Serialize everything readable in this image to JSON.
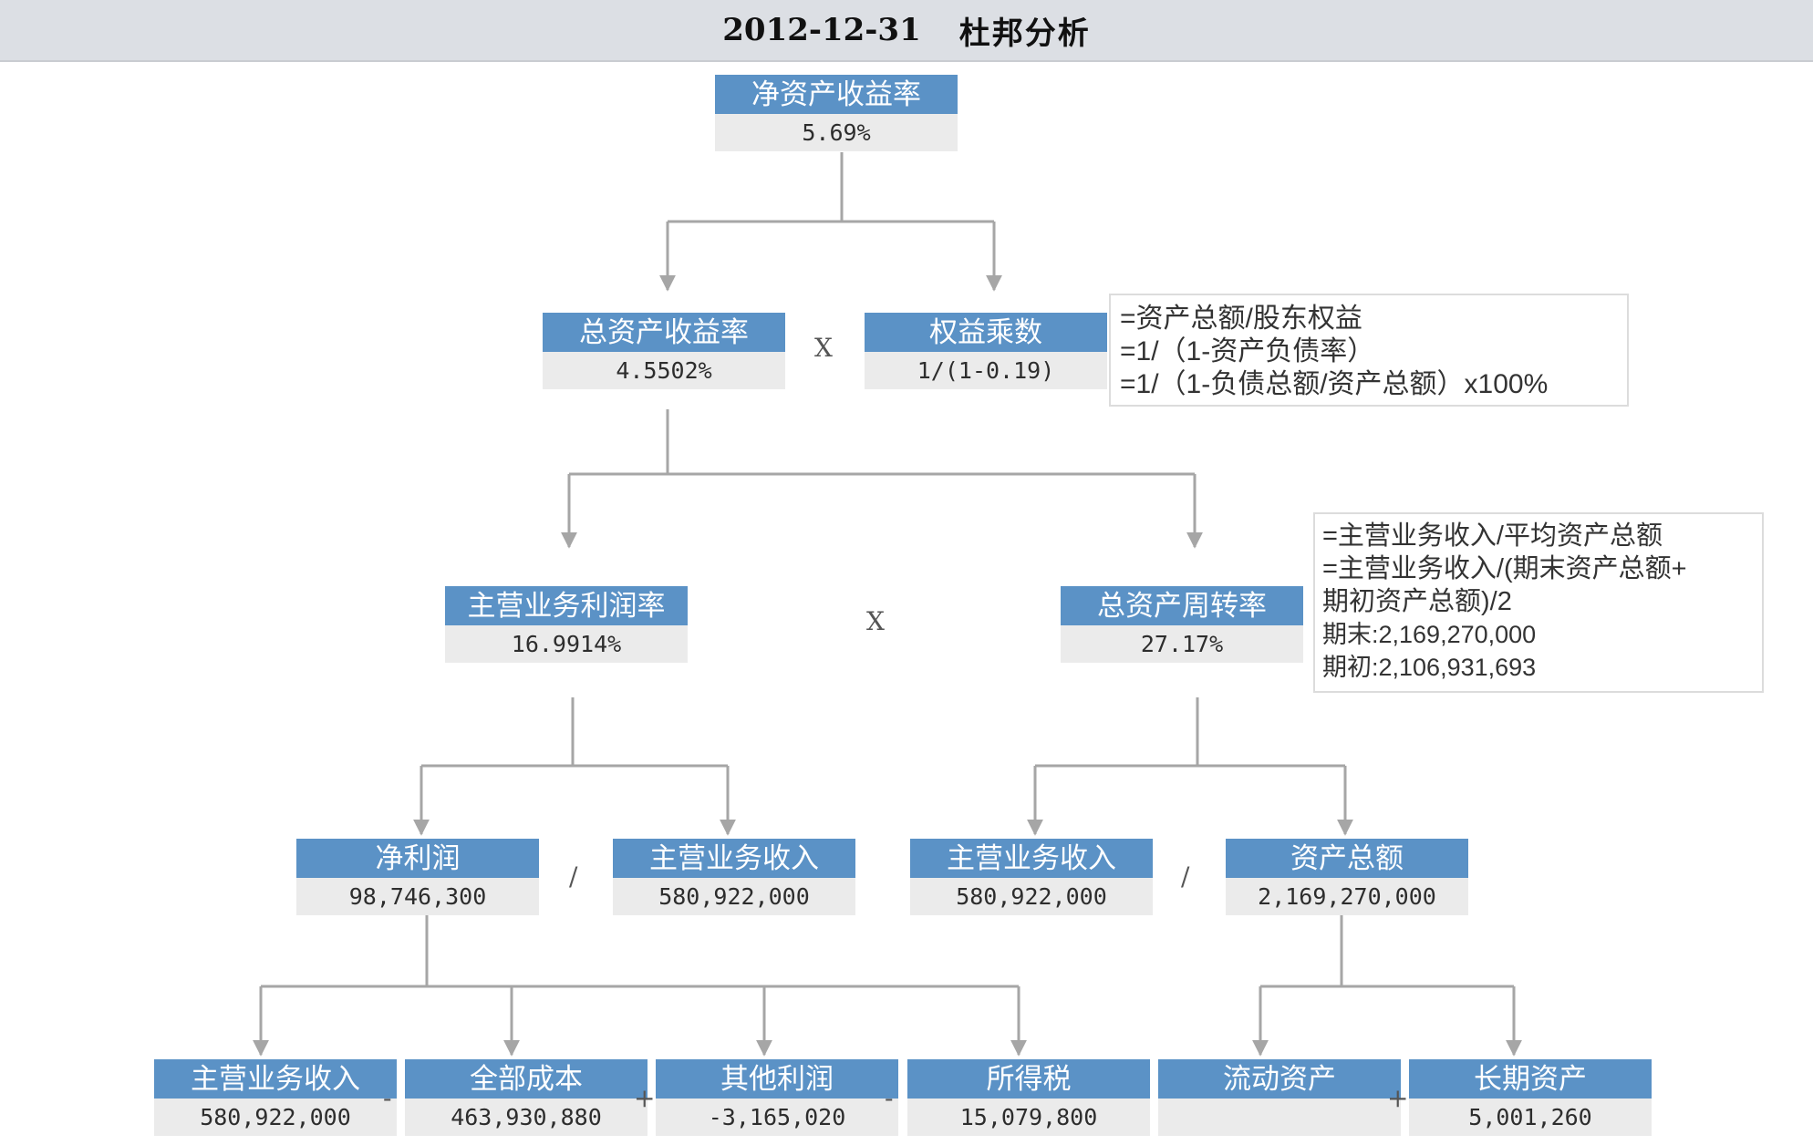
{
  "header": {
    "date": "2012-12-31",
    "title": "杜邦分析"
  },
  "nodes": {
    "roe": {
      "label": "净资产收益率",
      "value": "5.69%"
    },
    "roa": {
      "label": "总资产收益率",
      "value": "4.5502%"
    },
    "em": {
      "label": "权益乘数",
      "value": "1/(1-0.19)"
    },
    "npm": {
      "label": "主营业务利润率",
      "value": "16.9914%"
    },
    "tat": {
      "label": "总资产周转率",
      "value": "27.17%"
    },
    "np": {
      "label": "净利润",
      "value": "98,746,300"
    },
    "rev1": {
      "label": "主营业务收入",
      "value": "580,922,000"
    },
    "rev2": {
      "label": "主营业务收入",
      "value": "580,922,000"
    },
    "ta": {
      "label": "资产总额",
      "value": "2,169,270,000"
    },
    "rev3": {
      "label": "主营业务收入",
      "value": "580,922,000"
    },
    "cost": {
      "label": "全部成本",
      "value": "463,930,880"
    },
    "oth": {
      "label": "其他利润",
      "value": "-3,165,020"
    },
    "tax": {
      "label": "所得税",
      "value": "15,079,800"
    },
    "ca": {
      "label": "流动资产",
      "value": ""
    },
    "la": {
      "label": "长期资产",
      "value": "5,001,260"
    }
  },
  "operators": {
    "roa_em": "X",
    "npm_tat": "X",
    "np_rev": "/",
    "rev_ta": "/",
    "minus1": "-",
    "plus1": "+",
    "minus2": "-",
    "plus2": "+"
  },
  "notes": {
    "equity_multiplier": [
      "=资产总额/股东权益",
      "=1/（1-资产负债率）",
      "=1/（1-负债总额/资产总额）x100%"
    ],
    "asset_turnover": [
      "=主营业务收入/平均资产总额",
      "=主营业务收入/(期末资产总额+",
      "期初资产总额)/2",
      "期末:2,169,270,000",
      "期初:2,106,931,693"
    ]
  },
  "colors": {
    "header_fill": "#5b92c6",
    "value_fill": "#ebebeb",
    "line": "#a6a6a6"
  }
}
